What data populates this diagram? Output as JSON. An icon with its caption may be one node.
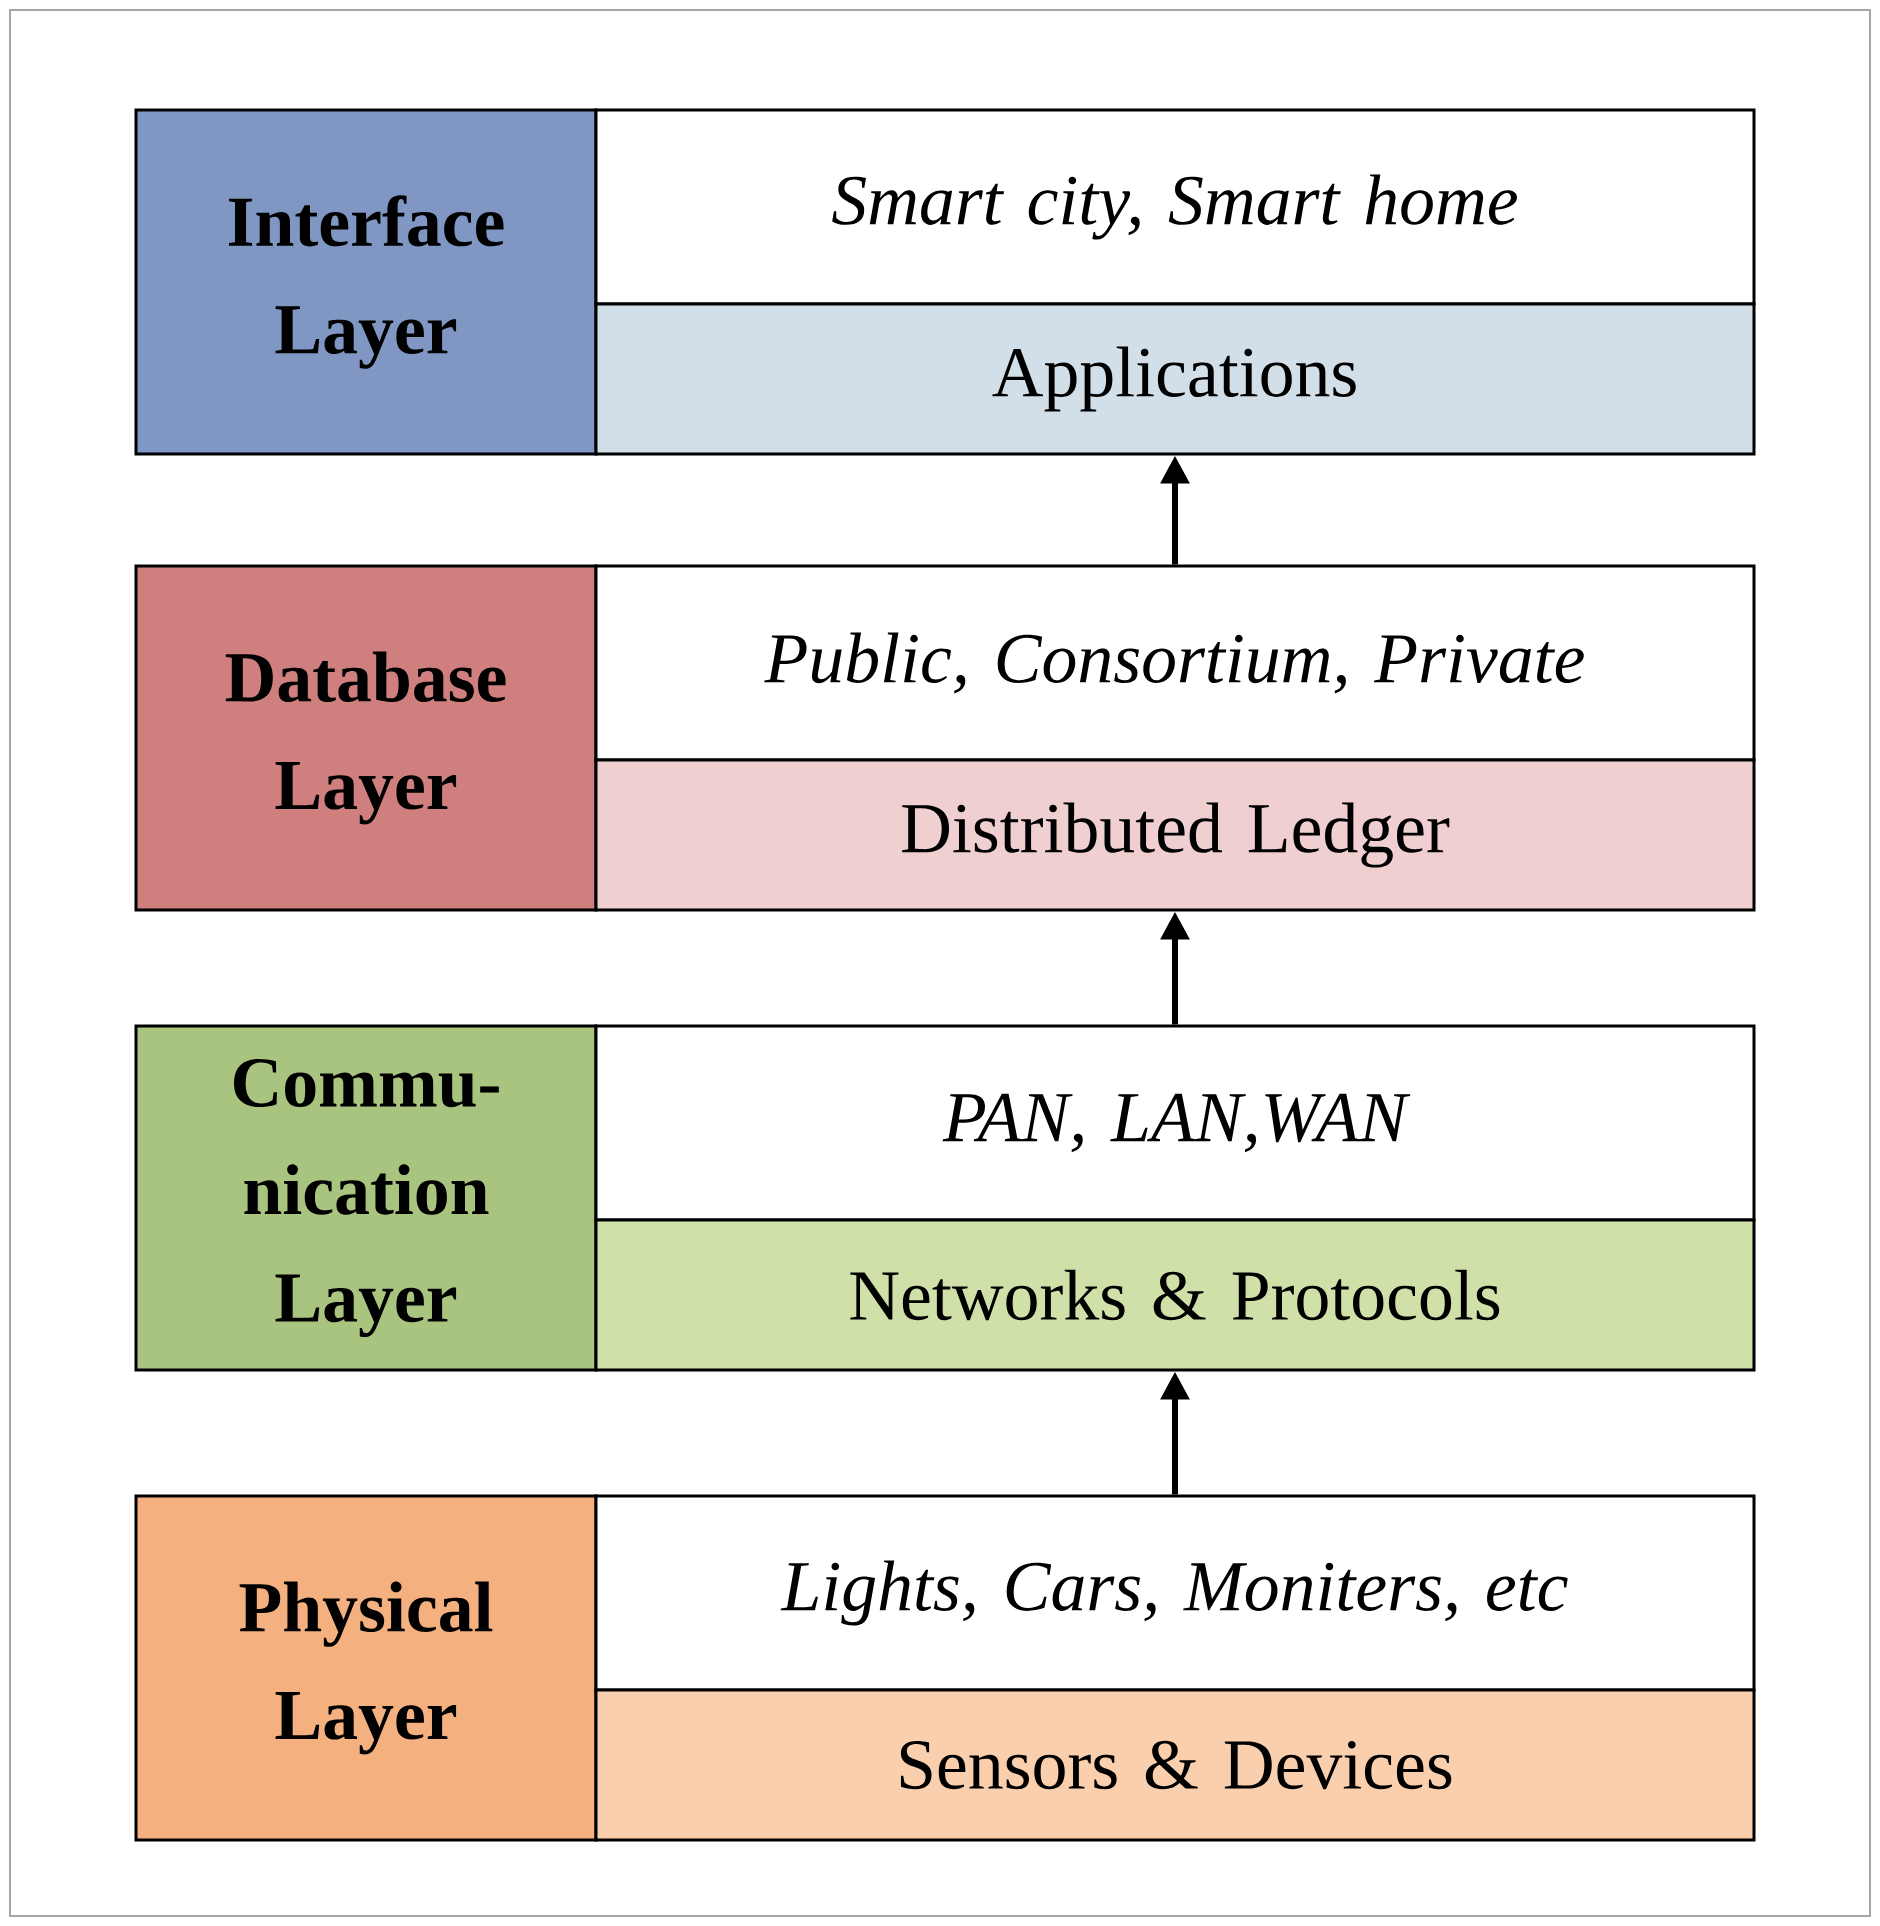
{
  "diagram": {
    "nodes": [
      {
        "text": [
          "Interface Layer"
        ]
      },
      {
        "text": [
          "Smart city, Smart home"
        ]
      },
      {
        "text": [
          "Applications"
        ]
      },
      {
        "text": [
          "Database Layer"
        ]
      },
      {
        "text": [
          "Public, Consortium, Private"
        ]
      },
      {
        "text": [
          "Distributed Ledger"
        ]
      },
      {
        "text": [
          "Commu- nication Layer"
        ]
      },
      {
        "text": [
          "PAN, LAN,WAN"
        ]
      },
      {
        "text": [
          "Networks & Protocols"
        ]
      },
      {
        "text": [
          "Physical Layer"
        ]
      },
      {
        "text": [
          "Lights, Cars, Moniters, etc"
        ]
      },
      {
        "text": [
          "Sensors & Devices"
        ]
      }
    ],
    "edges": [
      {
        "from": 4,
        "to": 2,
        "arrow": "to"
      },
      {
        "from": 7,
        "to": 5,
        "arrow": "to"
      },
      {
        "from": 10,
        "to": 8,
        "arrow": "to"
      }
    ]
  }
}
